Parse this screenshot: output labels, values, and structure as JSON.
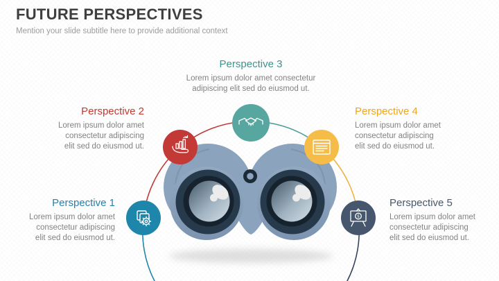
{
  "slide": {
    "title": "FUTURE PERSPECTIVES",
    "subtitle": "Mention your slide subtitle here to provide additional context"
  },
  "perspectives": [
    {
      "label": "Perspective 1",
      "label_color": "#2a7ea8",
      "circle_color": "#1e86ab",
      "icon": "stacked-documents-gear-icon",
      "lines": [
        "Lorem ipsum dolor amet",
        "consectetur adipiscing",
        "elit sed do eiusmod ut."
      ]
    },
    {
      "label": "Perspective 2",
      "label_color": "#c03a31",
      "circle_color": "#c23936",
      "icon": "hand-growth-chart-icon",
      "lines": [
        "Lorem ipsum dolor amet",
        "consectetur adipiscing",
        "elit sed do eiusmod ut."
      ]
    },
    {
      "label": "Perspective 3",
      "label_color": "#3f928c",
      "circle_color": "#57a7a0",
      "icon": "handshake-icon",
      "lines": [
        "Lorem ipsum dolor amet consectetur",
        "adipiscing elit sed do eiusmod ut."
      ]
    },
    {
      "label": "Perspective 4",
      "label_color": "#f0a41e",
      "circle_color": "#f5bc47",
      "icon": "document-lines-icon",
      "lines": [
        "Lorem ipsum dolor amet",
        "consectetur adipiscing",
        "elit sed do eiusmod ut."
      ]
    },
    {
      "label": "Perspective 5",
      "label_color": "#475669",
      "circle_color": "#46566d",
      "icon": "presentation-board-dollar-icon",
      "lines": [
        "Lorem ipsum dolor amet",
        "consectetur adipiscing",
        "elit sed do eiusmod ut."
      ]
    }
  ],
  "icons": {
    "coin_symbol": "$"
  },
  "colors": {
    "title_text": "#3f3f3f",
    "subtitle_text": "#9c9c9c",
    "body_text": "#828282",
    "arc_blue": "#1e86ab",
    "arc_red": "#bf3a36",
    "arc_teal": "#4fa09a",
    "arc_yellow": "#f0b13e",
    "arc_navy": "#34445c",
    "binoculars_body": "#8ca3be",
    "binoculars_dark_ring": "#263a4c",
    "binoculars_lens_dark": "#4a5d6e",
    "binoculars_lens_light": "#d2dce3"
  }
}
